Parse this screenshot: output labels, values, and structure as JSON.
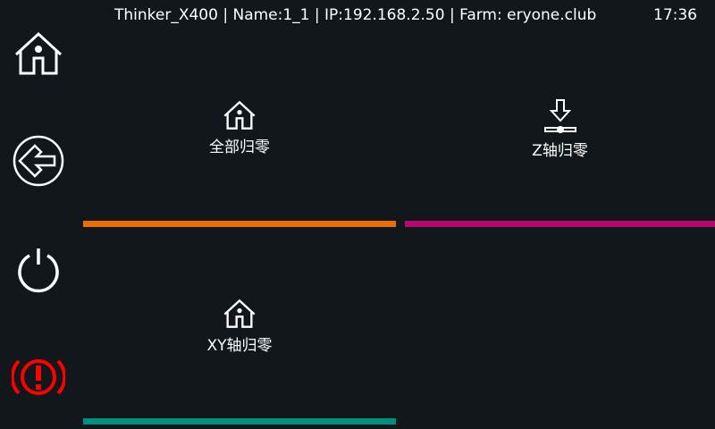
{
  "header": {
    "title": "Thinker_X400 | Name:1_1 | IP:192.168.2.50 | Farm: eryone.club",
    "clock": "17:36"
  },
  "sidebar": [
    {
      "icon": "home-icon"
    },
    {
      "icon": "back-icon"
    },
    {
      "icon": "power-icon"
    },
    {
      "icon": "emergency-stop-icon",
      "color": "#ff0000"
    }
  ],
  "buttons": [
    {
      "label": "全部归零",
      "icon": "home-icon",
      "color": "#e86f00"
    },
    {
      "label": "Z轴归零",
      "icon": "z-home-icon",
      "color": "#b5096f"
    },
    {
      "label": "XY轴归零",
      "icon": "home-icon",
      "color": "#00907f"
    }
  ]
}
